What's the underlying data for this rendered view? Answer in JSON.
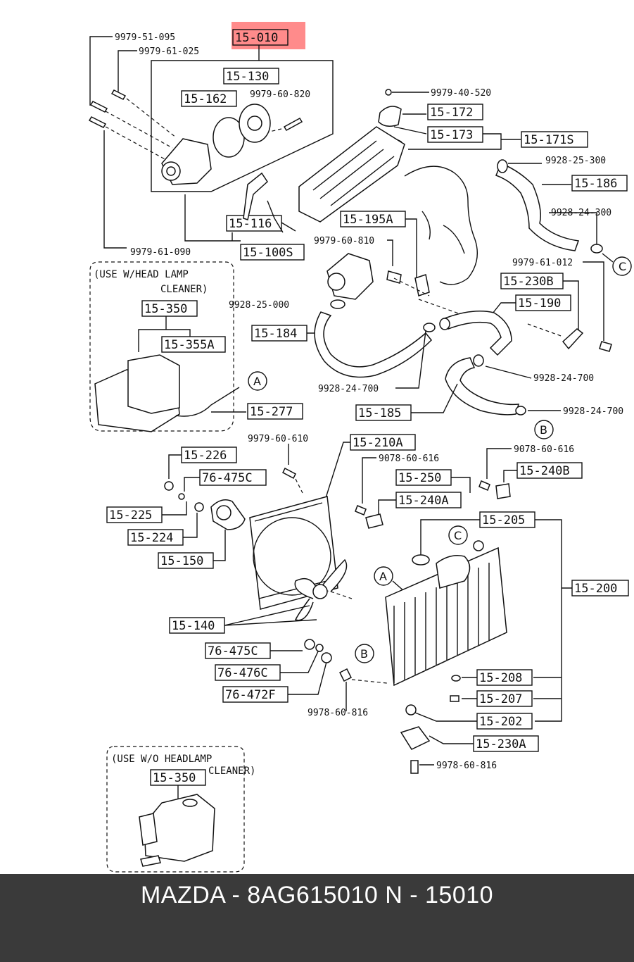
{
  "highlight": {
    "part": "15-010",
    "color": "#ff0000"
  },
  "labels": {
    "l15010": "15-010",
    "l15130": "15-130",
    "l15162": "15-162",
    "l15172": "15-172",
    "l15173": "15-173",
    "l15171S": "15-171S",
    "l15186": "15-186",
    "l15116": "15-116",
    "l15100S": "15-100S",
    "l15195A": "15-195A",
    "l15230B": "15-230B",
    "l15190": "15-190",
    "l15184": "15-184",
    "l15185": "15-185",
    "l15350a": "15-350",
    "l15355A": "15-355A",
    "l15277": "15-277",
    "l15226": "15-226",
    "l76475Ca": "76-475C",
    "l15225": "15-225",
    "l15224": "15-224",
    "l15150": "15-150",
    "l15210A": "15-210A",
    "l15250": "15-250",
    "l15240A": "15-240A",
    "l15240B": "15-240B",
    "l15205": "15-205",
    "l15200": "15-200",
    "l15140": "15-140",
    "l76475Cb": "76-475C",
    "l76476C": "76-476C",
    "l76472F": "76-472F",
    "l15208": "15-208",
    "l15207": "15-207",
    "l15202": "15-202",
    "l15230A": "15-230A",
    "l15350b": "15-350"
  },
  "numbers": {
    "n1": "9979-51-095",
    "n2": "9979-61-025",
    "n3": "9979-60-820",
    "n4": "9979-40-520",
    "n5": "9928-25-300",
    "n6": "9928-24-300",
    "n7": "9979-60-810",
    "n8": "9979-61-012",
    "n9": "9979-61-090",
    "n10": "9928-25-000",
    "n11": "9928-24-700",
    "n12": "9928-24-700",
    "n13": "9928-24-700",
    "n14": "9979-60-610",
    "n15": "9078-60-616",
    "n16": "9078-60-616",
    "n17": "9978-60-816",
    "n18": "9978-60-816"
  },
  "notes": {
    "with_cleaner_1": "(USE W/HEAD LAMP",
    "with_cleaner_2": "CLEANER)",
    "without_cleaner_1": "(USE W/O HEADLAMP",
    "without_cleaner_2": "CLEANER)"
  },
  "callouts": {
    "a": "A",
    "b": "B",
    "c": "C"
  },
  "footer": {
    "text": "MAZDA - 8AG615010    N - 15010"
  }
}
